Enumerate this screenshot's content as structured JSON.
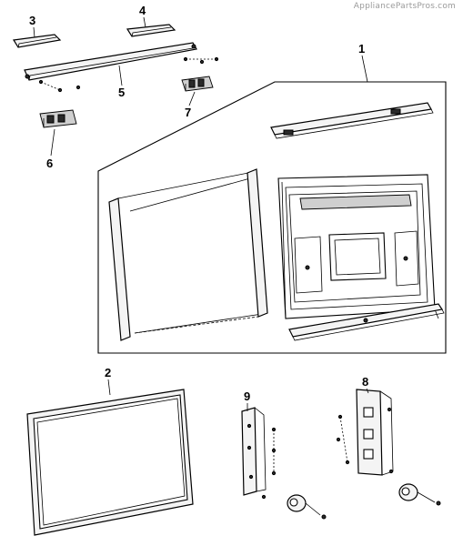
{
  "watermark": "AppliancePartsPros.com",
  "callouts": {
    "p1": "1",
    "p2": "2",
    "p3": "3",
    "p4": "4",
    "p5": "5",
    "p6": "6",
    "p7": "7",
    "p8": "8",
    "p9": "9"
  }
}
